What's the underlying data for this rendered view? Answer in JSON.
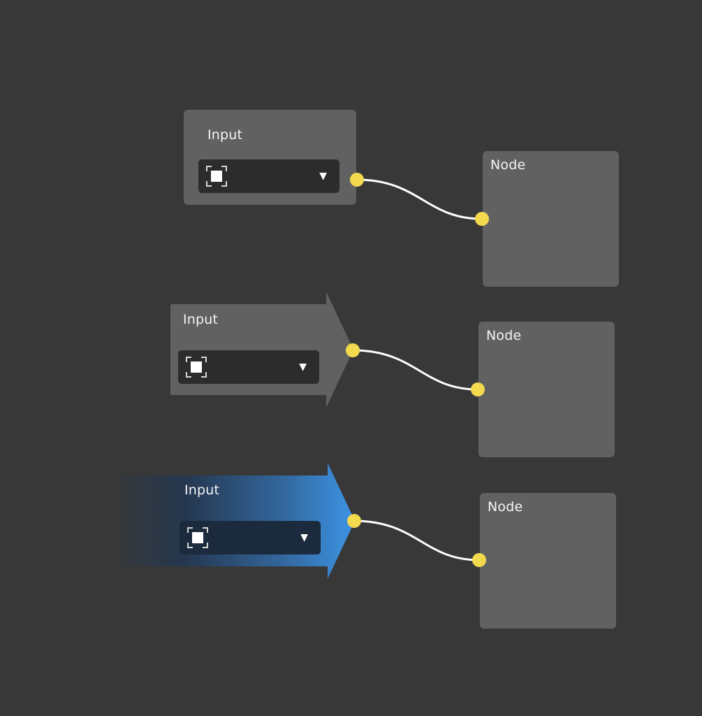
{
  "colors": {
    "background": "#383838",
    "node_fill": "#616161",
    "dropdown_fill": "#2c2c2c",
    "port": "#f2d94e",
    "wire": "#ffffff",
    "accent_blue": "#3d95e6"
  },
  "icons": {
    "dropdown_icon": "frame-icon",
    "caret_icon": "triangle-down-icon"
  },
  "rows": [
    {
      "input": {
        "label": "Input",
        "dropdown": {
          "caret": "▼"
        }
      },
      "node": {
        "label": "Node"
      }
    },
    {
      "input": {
        "label": "Input",
        "dropdown": {
          "caret": "▼"
        }
      },
      "node": {
        "label": "Node"
      }
    },
    {
      "input": {
        "label": "Input",
        "dropdown": {
          "caret": "▼"
        }
      },
      "node": {
        "label": "Node"
      }
    }
  ]
}
